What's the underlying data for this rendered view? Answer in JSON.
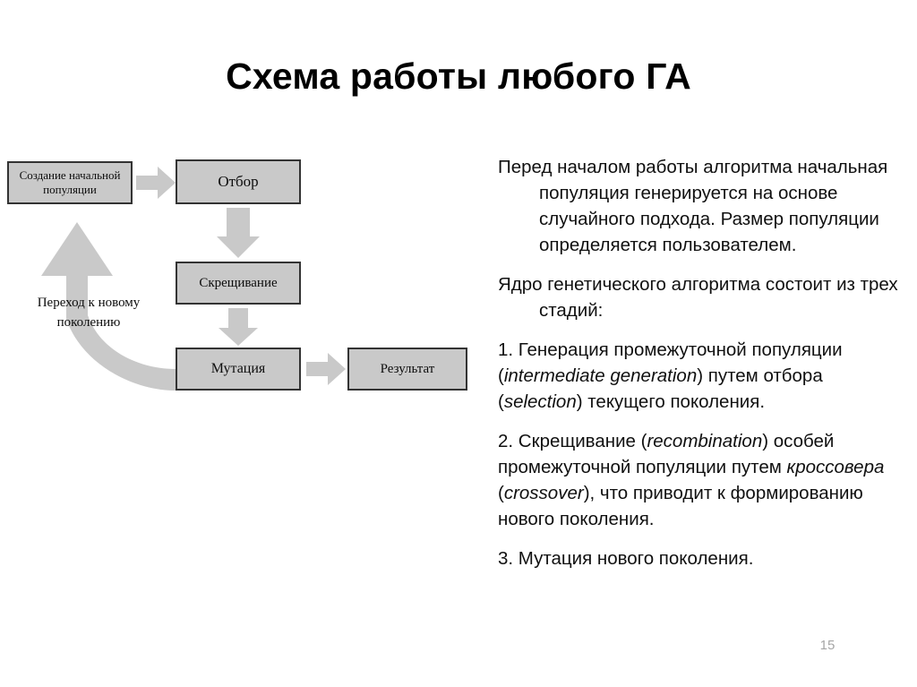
{
  "slide": {
    "title": "Схема работы любого ГА",
    "page_number": "15",
    "colors": {
      "box_fill": "#c9c9c9",
      "box_border": "#333333",
      "arrow_fill": "#c9c9c9",
      "text": "#101010",
      "page_number": "#a6a6a6",
      "background": "#ffffff"
    }
  },
  "diagram": {
    "nodes": [
      {
        "id": "init",
        "label": "Создание начальной популяции"
      },
      {
        "id": "selection",
        "label": "Отбор"
      },
      {
        "id": "crossover",
        "label": "Скрещивание"
      },
      {
        "id": "mutation",
        "label": "Мутация"
      },
      {
        "id": "result",
        "label": "Результат"
      }
    ],
    "loop_label": "Переход к новому поколению",
    "arrows": [
      {
        "id": "init-to-selection",
        "from": "init",
        "to": "selection",
        "direction": "right"
      },
      {
        "id": "selection-to-crossover",
        "from": "selection",
        "to": "crossover",
        "direction": "down"
      },
      {
        "id": "crossover-to-mutation",
        "from": "crossover",
        "to": "mutation",
        "direction": "down"
      },
      {
        "id": "mutation-to-result",
        "from": "mutation",
        "to": "result",
        "direction": "right"
      },
      {
        "id": "mutation-to-init-loop",
        "from": "mutation",
        "to": "init",
        "direction": "curved-up-left"
      }
    ]
  },
  "body": {
    "paragraphs": [
      {
        "id": "intro",
        "hanging_indent": true,
        "runs": [
          {
            "text": "Перед началом работы алгоритма начальная популяция генерируется на основе случайного подхода. Размер популяции определяется пользователем.",
            "italic": false
          }
        ]
      },
      {
        "id": "core",
        "hanging_indent": true,
        "runs": [
          {
            "text": "Ядро генетического алгоритма состоит из трех стадий:",
            "italic": false
          }
        ]
      },
      {
        "id": "stage-1",
        "hanging_indent": false,
        "runs": [
          {
            "text": "1. Генерация промежуточной популяции (",
            "italic": false
          },
          {
            "text": "intermediate generation",
            "italic": true
          },
          {
            "text": ") путем отбора (",
            "italic": false
          },
          {
            "text": "selection",
            "italic": true
          },
          {
            "text": ") текущего поколения.",
            "italic": false
          }
        ]
      },
      {
        "id": "stage-2",
        "hanging_indent": false,
        "runs": [
          {
            "text": "2. Скрещивание (",
            "italic": false
          },
          {
            "text": "recombination",
            "italic": true
          },
          {
            "text": ") особей промежуточной популяции путем ",
            "italic": false
          },
          {
            "text": "кроссовера",
            "italic": true
          },
          {
            "text": " (",
            "italic": false
          },
          {
            "text": "crossover",
            "italic": true
          },
          {
            "text": "), что приводит к формированию нового поколения.",
            "italic": false
          }
        ]
      },
      {
        "id": "stage-3",
        "hanging_indent": false,
        "runs": [
          {
            "text": "3. Мутация нового поколения.",
            "italic": false
          }
        ]
      }
    ]
  }
}
